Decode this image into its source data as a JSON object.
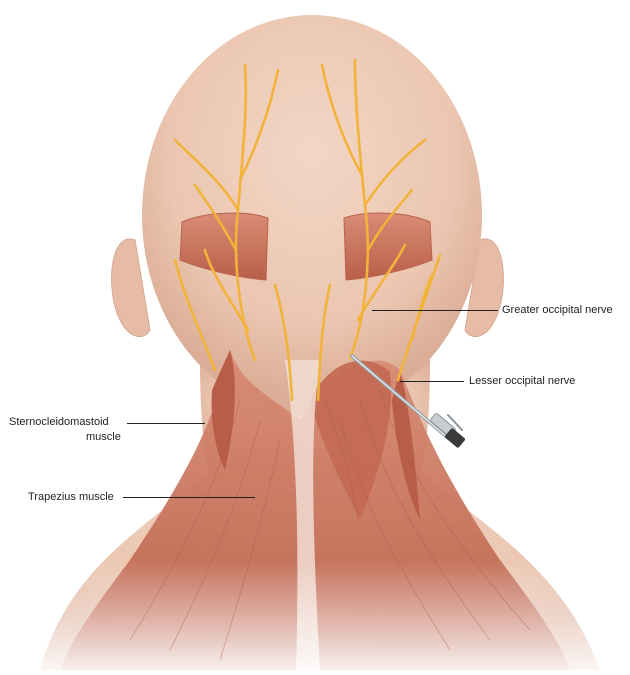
{
  "labels": {
    "greater_occipital_nerve": "Greater occipital nerve",
    "lesser_occipital_nerve": "Lesser occipital nerve",
    "sternocleidomastoid_line1": "Sternocleidomastoid",
    "sternocleidomastoid_line2": "muscle",
    "trapezius_muscle": "Trapezius muscle"
  },
  "colors": {
    "skin": "#ecc9b5",
    "skin_shadow": "#d9ad96",
    "muscle": "#c9705a",
    "muscle_dark": "#a85644",
    "nerve": "#f2b33a",
    "nerve_outline": "#d9901c",
    "needle": "#9aa3ab",
    "needle_hub": "#3a3a3a",
    "text": "#222222"
  }
}
